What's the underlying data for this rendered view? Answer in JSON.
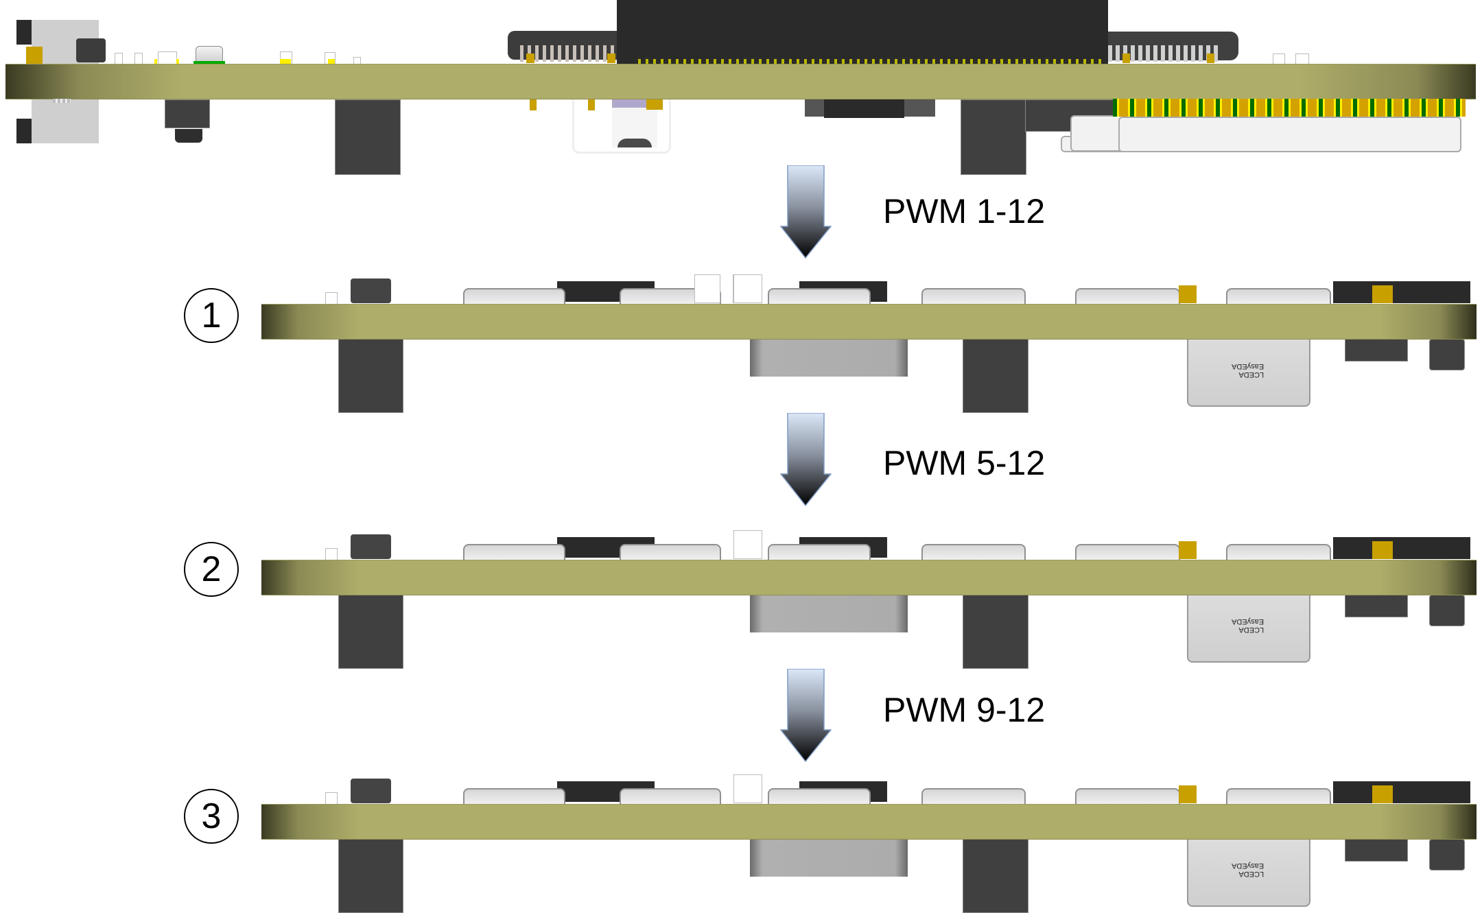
{
  "figure": {
    "description": "PCB side views showing PWM channel population variants",
    "steps": [
      {
        "arrow_label": "PWM 1-12"
      },
      {
        "arrow_label": "PWM 5-12"
      },
      {
        "arrow_label": "PWM 9-12"
      }
    ],
    "variants": [
      {
        "number": "1",
        "silkscreen": [
          "LCEDA",
          "EasyEDA"
        ]
      },
      {
        "number": "2",
        "silkscreen": [
          "LCEDA",
          "EasyEDA"
        ]
      },
      {
        "number": "3",
        "silkscreen": [
          "LCEDA",
          "EasyEDA"
        ]
      }
    ],
    "colors": {
      "pcb": "#aead69",
      "component_dark": "#404040",
      "pad_gold": "#c8a000",
      "pad_yellow": "#ffef00",
      "edge_green": "#006c00",
      "arrow_top": "#dbe8f8",
      "arrow_bottom": "#000000",
      "text": "#000000"
    }
  }
}
